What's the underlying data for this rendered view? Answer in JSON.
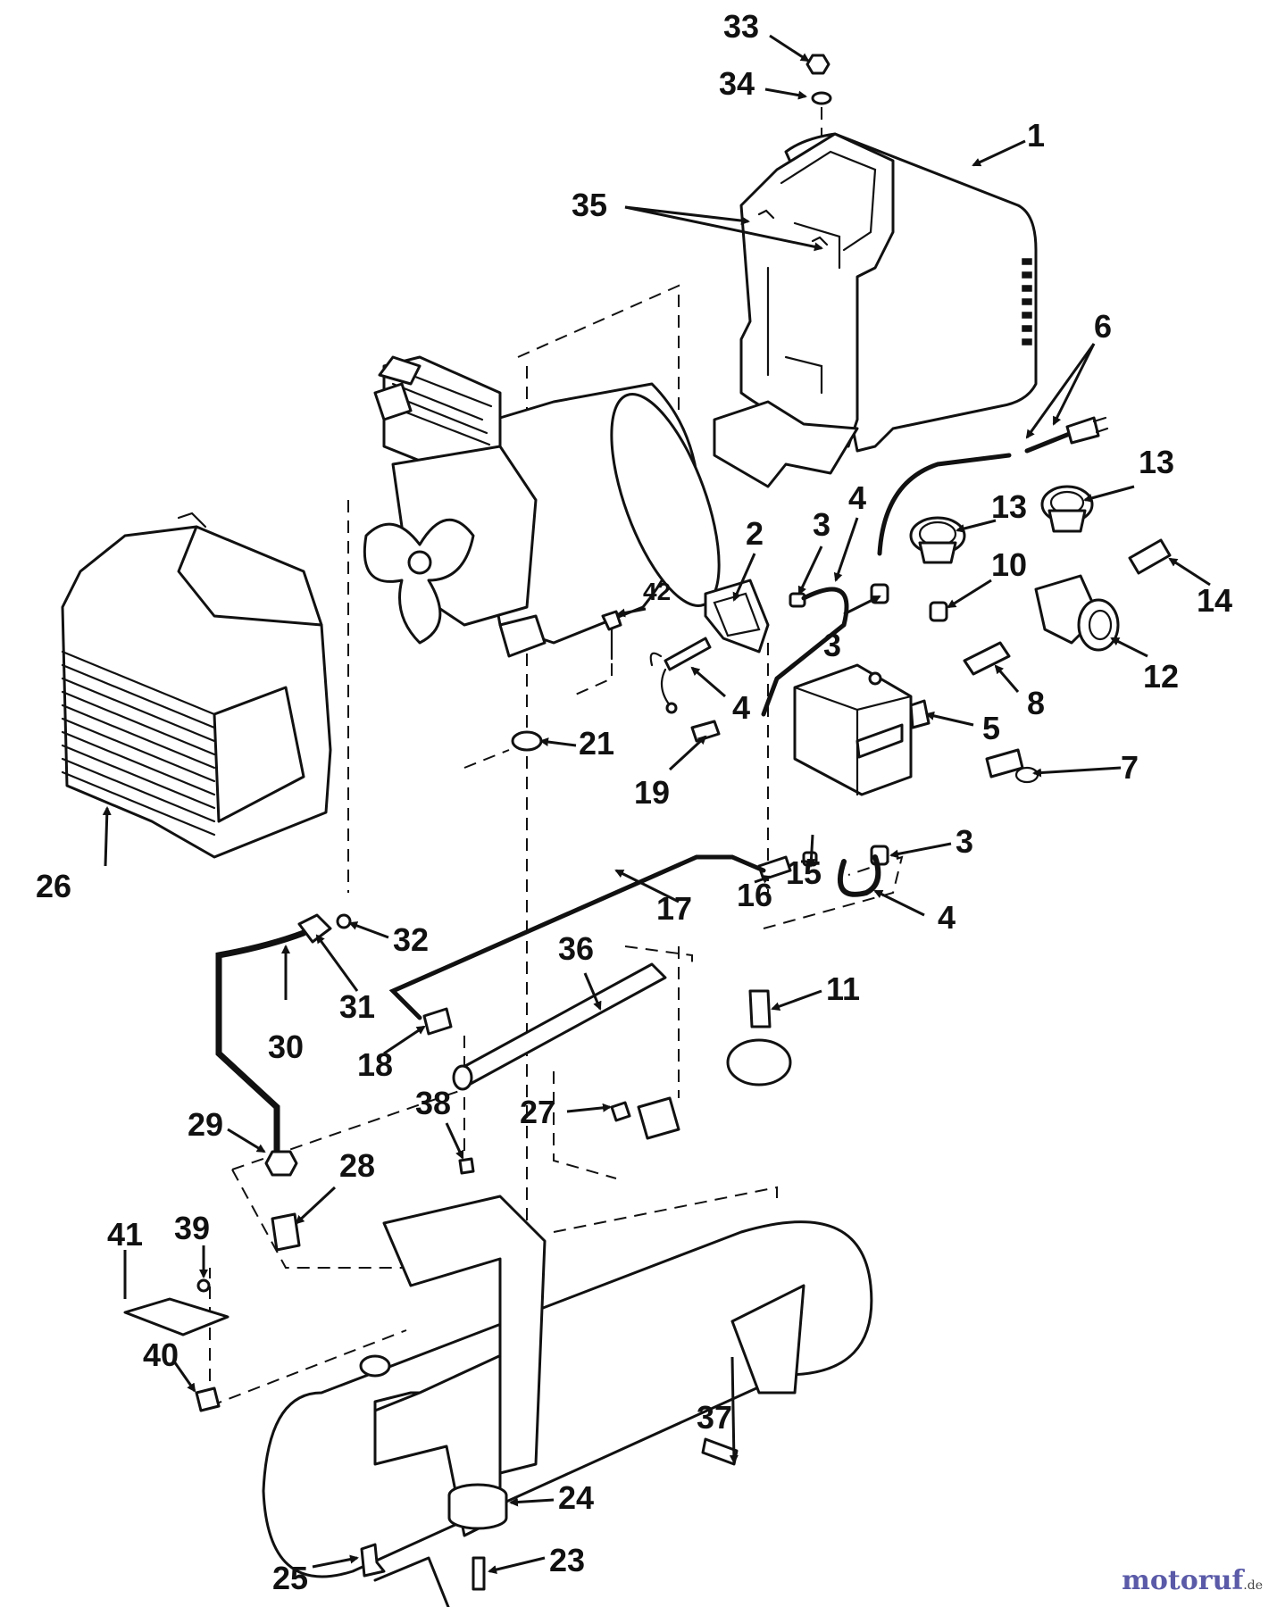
{
  "diagram": {
    "callouts": [
      "33",
      "34",
      "1",
      "35",
      "6",
      "2",
      "3",
      "4",
      "42",
      "13",
      "13",
      "10",
      "14",
      "12",
      "8",
      "21",
      "19",
      "4",
      "3",
      "5",
      "7",
      "15",
      "16",
      "3",
      "17",
      "4",
      "26",
      "32",
      "36",
      "11",
      "31",
      "30",
      "18",
      "38",
      "29",
      "27",
      "28",
      "39",
      "41",
      "40",
      "37",
      "24",
      "25",
      "23"
    ]
  },
  "watermark": {
    "name": "motoruf",
    "tld": ".de"
  }
}
